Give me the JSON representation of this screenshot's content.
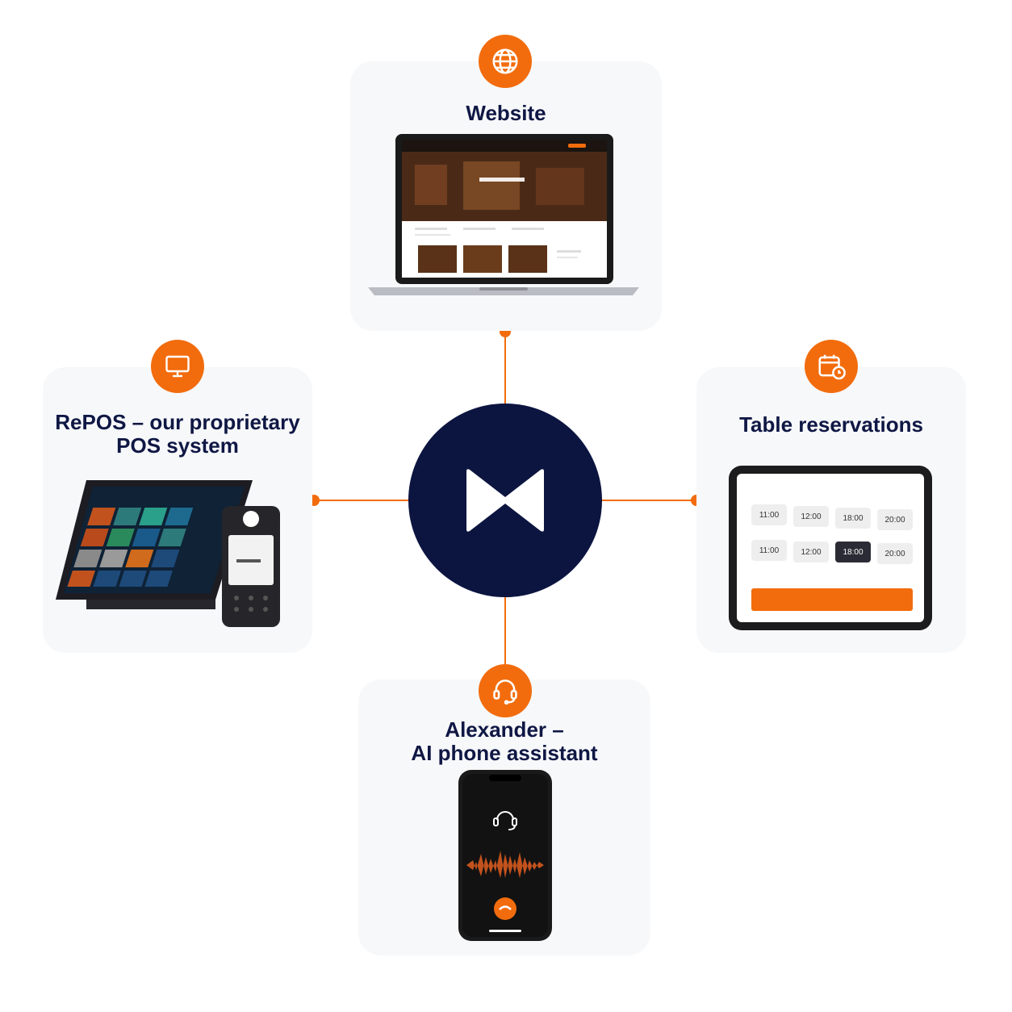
{
  "hub": {
    "logo_icon": "bowtie-logo-icon",
    "color": "#0c1540"
  },
  "accent_color": "#f26c0d",
  "nodes": {
    "website": {
      "label": "Website",
      "icon": "globe-icon"
    },
    "repos": {
      "label_line1": "RePOS – our proprietary",
      "label_line2": "POS system",
      "icon": "monitor-icon"
    },
    "reservations": {
      "label": "Table reservations",
      "icon": "calendar-clock-icon",
      "time_slots_row1": [
        "11:00",
        "12:00",
        "18:00",
        "20:00"
      ],
      "time_slots_row2": [
        "11:00",
        "12:00",
        "18:00",
        "20:00"
      ],
      "selected_slot": "18:00"
    },
    "assistant": {
      "label_line1": "Alexander –",
      "label_line2": "AI phone assistant",
      "icon": "headset-icon"
    }
  }
}
